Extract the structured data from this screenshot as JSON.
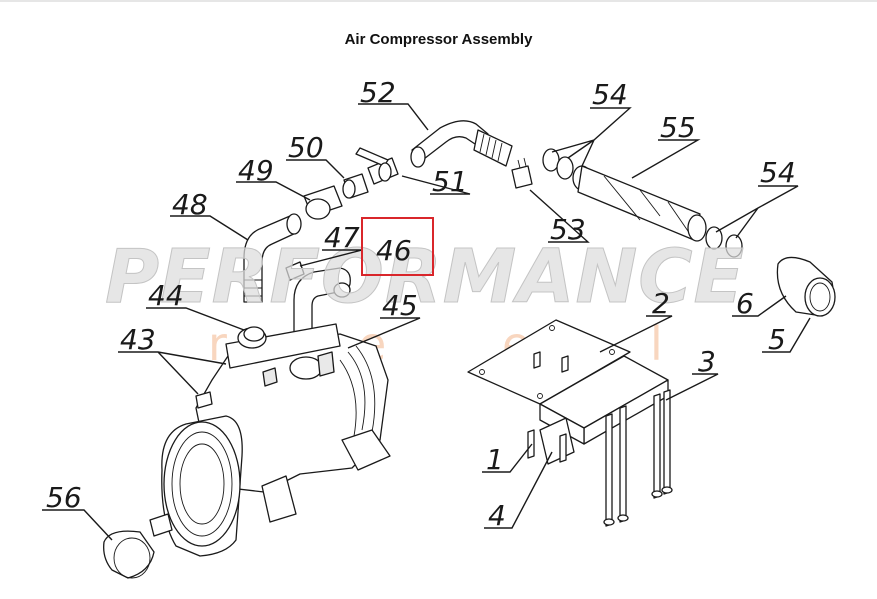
{
  "title": "Air Compressor Assembly",
  "watermark": {
    "text": "PERFORMANCE",
    "sub": [
      "r",
      "e",
      "e",
      "l"
    ]
  },
  "highlight_color": "#d9262b",
  "highlighted_part": "46",
  "parts": [
    "52",
    "54",
    "55",
    "50",
    "49",
    "51",
    "48",
    "53",
    "54",
    "47",
    "46",
    "44",
    "45",
    "43",
    "2",
    "6",
    "5",
    "3",
    "1",
    "4",
    "56"
  ]
}
